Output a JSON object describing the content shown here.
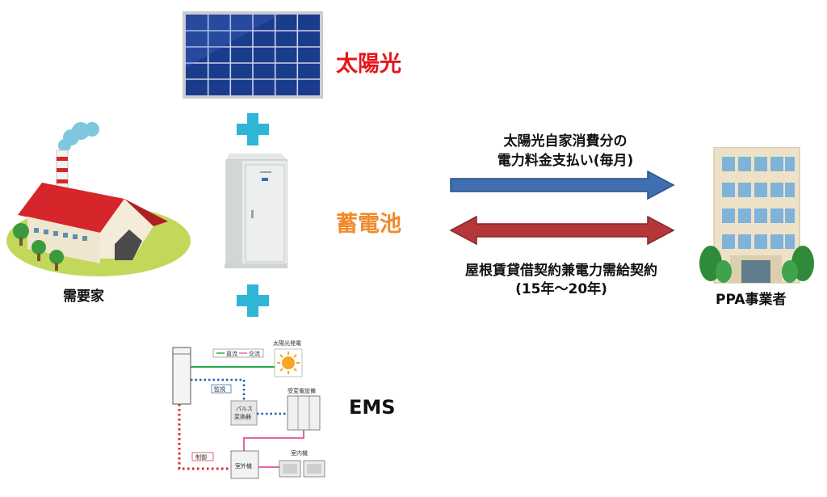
{
  "labels": {
    "solar": "太陽光",
    "battery": "蓄電池",
    "ems": "EMS",
    "customer": "需要家",
    "ppa": "PPA事業者"
  },
  "arrow_top": {
    "line1": "太陽光自家消費分の",
    "line2": "電力料金支払い(毎月)"
  },
  "arrow_bottom": {
    "line1": "屋根賃貸借契約兼電力需給契約",
    "line2": "(15年～20年)"
  },
  "ems_diagram": {
    "legend_direct": "直流",
    "legend_alt": "交流",
    "solar_gen": "太陽光発電",
    "substation": "受変電設備",
    "monitor": "監視",
    "pulse1": "パルス",
    "pulse2": "変換器",
    "control": "制御",
    "outdoor": "室外機",
    "indoor": "室内機"
  },
  "colors": {
    "solar_label": "#e8141b",
    "battery_label": "#f08a2c",
    "arrow_blue": "#3f6fb0",
    "arrow_red": "#b4373a",
    "plus_cyan": "#2fb5d6"
  }
}
